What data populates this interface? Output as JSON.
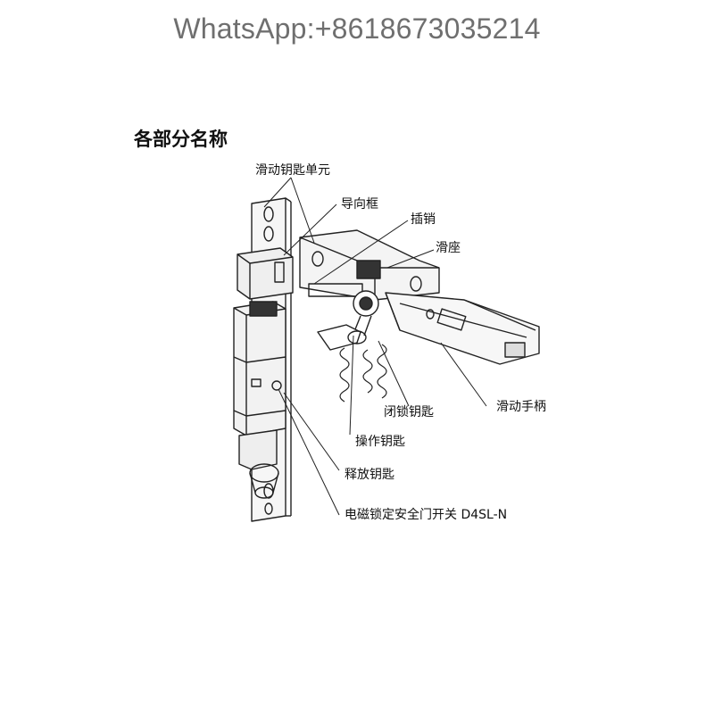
{
  "watermark": "WhatsApp:+8618673035214",
  "title": "各部分名称",
  "callouts": {
    "slide_key_unit": "滑动钥匙单元",
    "guide_frame": "导向框",
    "pin": "插销",
    "slide_base": "滑座",
    "slide_handle": "滑动手柄",
    "close_key": "闭锁钥匙",
    "operate_key": "操作钥匙",
    "release_key": "释放钥匙",
    "switch": "电磁锁定安全门开关 D4SL-N"
  }
}
